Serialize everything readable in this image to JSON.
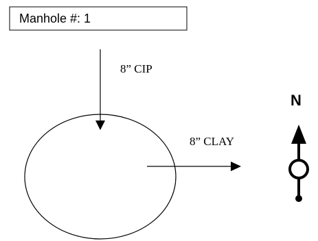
{
  "manhole": {
    "title": "Manhole #: 1"
  },
  "pipes": {
    "inlet_label": "8” CIP",
    "outlet_label": "8” CLAY"
  },
  "north_arrow": {
    "label": "N"
  },
  "colors": {
    "stroke": "#000000",
    "background": "#ffffff"
  }
}
